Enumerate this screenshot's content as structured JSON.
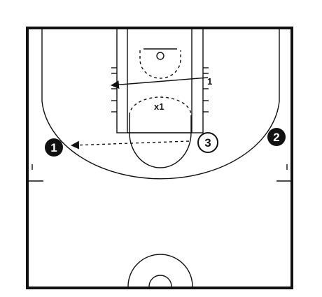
{
  "players": {
    "p1": {
      "number": "1",
      "style": "filled"
    },
    "p2": {
      "number": "2",
      "style": "filled"
    },
    "p3": {
      "number": "3",
      "style": "outline"
    }
  },
  "defenders": {
    "x1": {
      "label": "x1"
    }
  },
  "cutter_label": {
    "label": "1"
  },
  "colors": {
    "ink": "#111111",
    "background": "#ffffff"
  },
  "actions": [
    {
      "type": "cut",
      "from": "cutter_label",
      "to": "left-block"
    },
    {
      "type": "pass",
      "from": "p3",
      "to": "p1"
    }
  ]
}
